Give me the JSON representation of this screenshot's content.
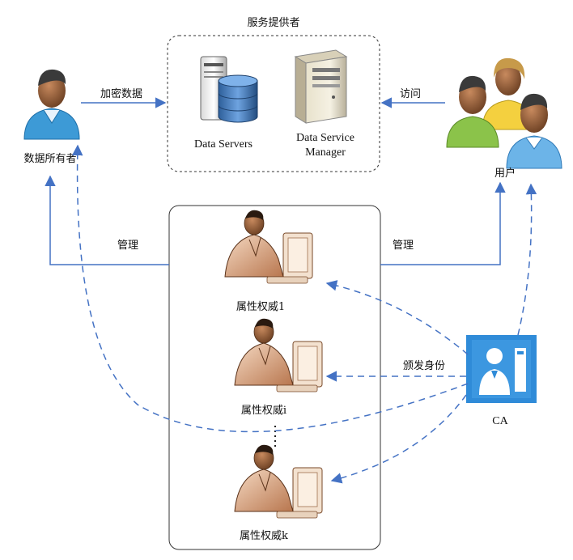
{
  "labels": {
    "service_provider": "服务提供者",
    "data_servers": "Data Servers",
    "data_service_manager_line1": "Data Service",
    "data_service_manager_line2": "Manager",
    "data_owner": "数据所有者",
    "users": "用户",
    "encrypt_data": "加密数据",
    "access": "访问",
    "manage_left": "管理",
    "manage_right": "管理",
    "authority_1": "属性权威1",
    "authority_i": "属性权威i",
    "authority_k": "属性权威k",
    "issue_identity": "颁发身份",
    "ca": "CA"
  },
  "colors": {
    "arrow_blue": "#4472c4",
    "ca_blue": "#2f8bd8",
    "skin": "#8b5a3c",
    "owner_shirt": "#3d9ad6",
    "user_green": "#8bc34a",
    "user_yellow": "#f4d03f"
  },
  "icons": [
    "data-owner-icon",
    "server-database-icon",
    "server-tower-icon",
    "users-group-icon",
    "authority-person-icon",
    "ca-badge-icon"
  ]
}
